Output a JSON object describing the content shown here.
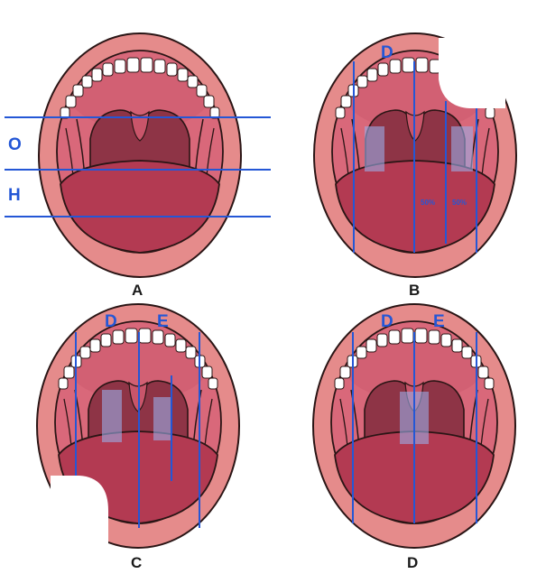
{
  "panels": [
    {
      "id": "A",
      "caption": "A",
      "labels": {
        "o": "O",
        "h": "H"
      }
    },
    {
      "id": "B",
      "caption": "B",
      "labels": {
        "d": "D",
        "pct_left": "50%",
        "pct_right": "50%"
      }
    },
    {
      "id": "C",
      "caption": "C",
      "labels": {
        "d": "D",
        "e": "E"
      }
    },
    {
      "id": "D",
      "caption": "D",
      "labels": {
        "d": "D",
        "e": "E"
      }
    }
  ],
  "colors": {
    "lip": "#e58b8b",
    "lip_outline": "#2a1515",
    "mouth_interior": "#d9687a",
    "palate": "#c9556a",
    "throat": "#7a2c3c",
    "tonsil_pillar": "#b94a5e",
    "tongue": "#b33a52",
    "teeth": "#ffffff",
    "guide_line": "#2457d6",
    "shade": "#9aaee8"
  }
}
